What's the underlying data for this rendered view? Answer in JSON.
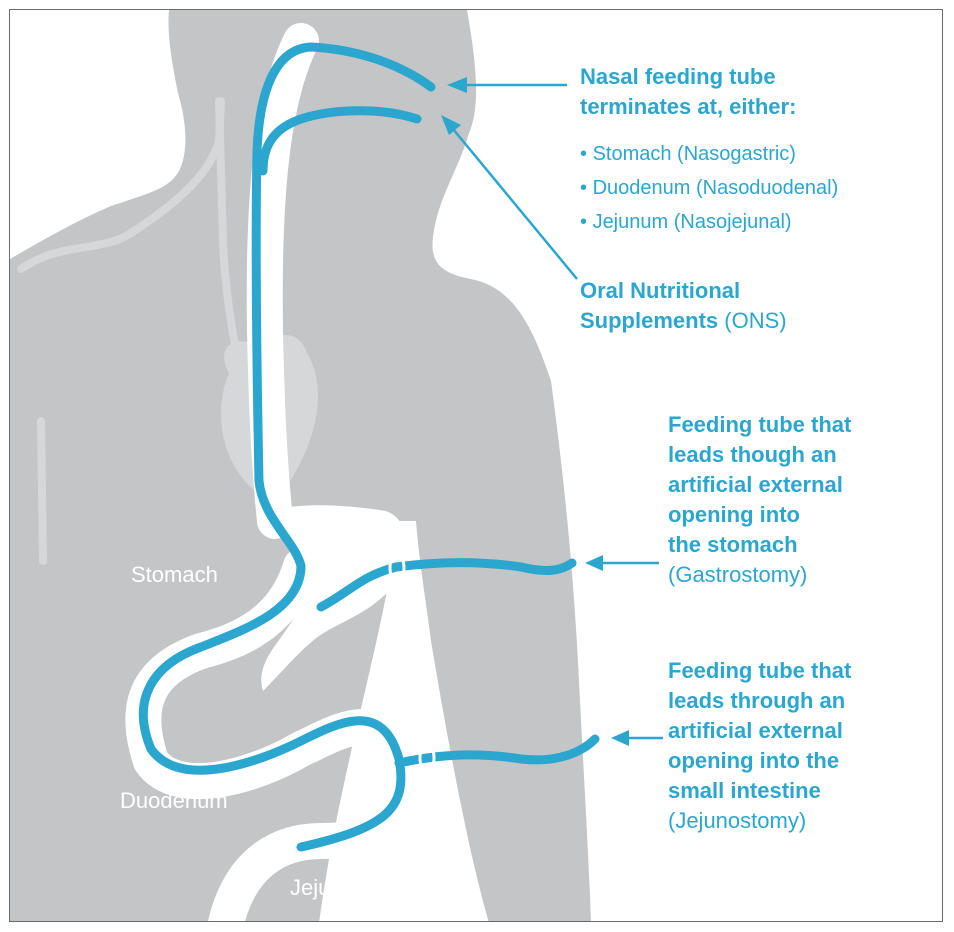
{
  "colors": {
    "body": "#c4c5c7",
    "inner": "#d6d7d8",
    "tube": "#2aa6cf",
    "border": "#6a6a6a"
  },
  "labels": {
    "stomach": "Stomach",
    "duodenum": "Duodenum",
    "jejunum": "Jejunum"
  },
  "nasal": {
    "heading_line1": "Nasal feeding tube",
    "heading_line2": "terminates at, either:",
    "options": [
      "Stomach (Nasogastric)",
      "Duodenum (Nasoduodenal)",
      "Jejunum (Nasojejunal)"
    ]
  },
  "ons": {
    "line1": "Oral Nutritional",
    "line2": "Supplements",
    "abbr": "(ONS)"
  },
  "gastrostomy": {
    "lines": [
      "Feeding tube that",
      "leads though an",
      "artificial external",
      "opening into",
      "the stomach"
    ],
    "name": "(Gastrostomy)"
  },
  "jejunostomy": {
    "lines": [
      "Feeding tube that",
      "leads through an",
      "artificial external",
      "opening into the",
      "small intestine"
    ],
    "name": "(Jejunostomy)"
  }
}
